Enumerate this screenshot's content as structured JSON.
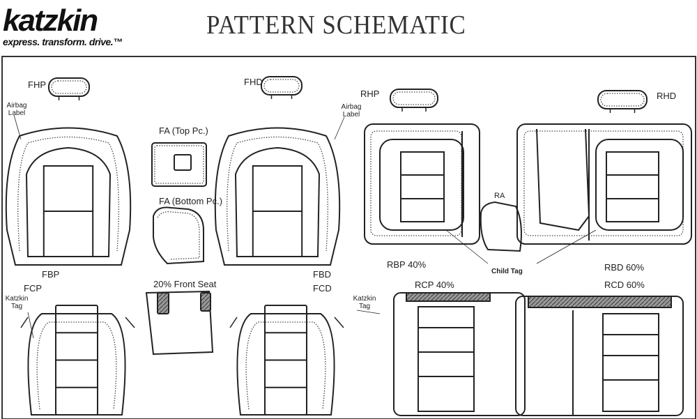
{
  "brand": {
    "name": "katzkin",
    "tagline": "express. transform. drive.™"
  },
  "title": "PATTERN SCHEMATIC",
  "labels": {
    "fhp": "FHP",
    "fhd": "FHD",
    "rhp": "RHP",
    "rhd": "RHD",
    "airbag_left": "Airbag Label",
    "airbag_right": "Airbag Label",
    "fa_top": "FA (Top Pc.)",
    "fa_bottom": "FA (Bottom Pc.)",
    "ra": "RA",
    "fbp": "FBP",
    "fbd": "FBD",
    "rbp": "RBP 40%",
    "rbd": "RBD 60%",
    "child_tag": "Child Tag",
    "fcp": "FCP",
    "fcd": "FCD",
    "katzkin_tag_left": "Katzkin Tag",
    "katzkin_tag_right": "Katzkin Tag",
    "front_seat": "20% Front Seat",
    "rcp": "RCP 40%",
    "rcd": "RCD 60%"
  },
  "colors": {
    "line": "#222222",
    "stitch": "#444444",
    "hatch": "#777777"
  }
}
